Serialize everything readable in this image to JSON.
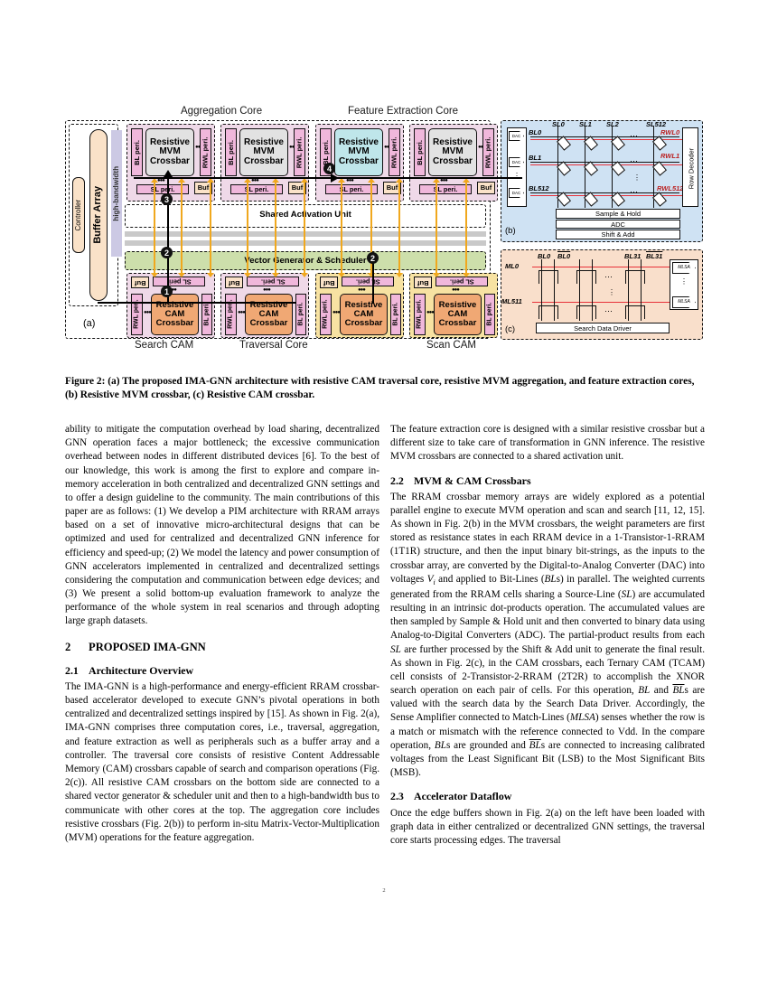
{
  "figure": {
    "top_labels": [
      {
        "text": "Aggregation Core"
      },
      {
        "text": "Feature Extraction Core"
      }
    ],
    "bottom_labels": [
      {
        "text": "Search CAM"
      },
      {
        "text": "Traversal Core"
      },
      {
        "text": "Scan CAM"
      }
    ],
    "panel_tags": {
      "a": "(a)",
      "b": "(b)",
      "c": "(c)"
    },
    "left_peripherals": {
      "controller": "Controller",
      "buffer_array": "Buffer Array",
      "high_bandwidth": "high-bandwidth"
    },
    "mvm_tile": {
      "title_line1": "Resistive",
      "title_line2": "MVM",
      "title_line3": "Crossbar",
      "bl_peri": "BL peri.",
      "rwl_peri": "RWL peri.",
      "sl_peri": "SL peri.",
      "buf": "Buf",
      "dots": "●●●"
    },
    "cam_tile": {
      "title_line1": "Resistive",
      "title_line2": "CAM",
      "title_line3": "Crossbar",
      "bl_peri": "BL peri.",
      "rwl_peri": "RWL peri.",
      "sl_peri": "SL peri.",
      "buf": "Buf",
      "dots": "●●●"
    },
    "shared_activation_unit": "Shared Activation Unit",
    "vector_generator": "Vector Generator & Scheduler",
    "steps": [
      "1",
      "2",
      "3",
      "4"
    ],
    "panel_b": {
      "sl_labels": [
        "SL0",
        "SL1",
        "SL2",
        "SL512"
      ],
      "bl_labels": [
        "BL0",
        "BL1",
        "BL512"
      ],
      "rwl_labels": [
        "RWL0",
        "RWL1",
        "RWL512"
      ],
      "dac": "DAC",
      "row_decoder": "Row Decoder",
      "sample_hold": "Sample & Hold",
      "adc": "ADC",
      "shift_add": "Shift & Add",
      "ellipsis": "⋯",
      "vellipsis": "⋮"
    },
    "panel_c": {
      "bl_labels": [
        "BL0",
        "BL0",
        "BL31",
        "BL31"
      ],
      "ml_labels": [
        "ML0",
        "ML511"
      ],
      "mlsa": "MLSA",
      "search_data_driver": "Search Data Driver",
      "ellipsis": "⋯",
      "vellipsis": "⋮"
    },
    "colors": {
      "pink": "#f0b7db",
      "peach": "#fae2c8",
      "gray": "#e2e2e2",
      "cyan": "#bfe6ea",
      "orange": "#f0a874",
      "green": "#cddfab",
      "lilac": "#ccc9e4",
      "blue_panel": "#cfe2f3",
      "peach_panel": "#f9dfcb",
      "arrow_yellow": "#f0a81e",
      "red_line": "#e8313a"
    }
  },
  "caption": "Figure 2: (a) The proposed IMA-GNN architecture with resistive CAM traversal core, resistive MVM aggregation, and feature extraction cores, (b) Resistive MVM crossbar, (c) Resistive CAM crossbar.",
  "left_column": {
    "para1": "ability to mitigate the computation overhead by load sharing, decentralized GNN operation faces a major bottleneck; the excessive communication overhead between nodes in different distributed devices [6]. To the best of our knowledge, this work is among the first to explore and compare in-memory acceleration in both centralized and decentralized GNN settings and to offer a design guideline to the community. The main contributions of this paper are as follows: (1) We develop a PIM architecture with RRAM arrays based on a set of innovative micro-architectural designs that can be optimized and used for centralized and decentralized GNN inference for efficiency and speed-up; (2) We model the latency and power consumption of GNN accelerators implemented in centralized and decentralized settings considering the computation and communication between edge devices; and (3) We present a solid bottom-up evaluation framework to analyze the performance of the whole system in real scenarios and through adopting large graph datasets.",
    "section2_num": "2",
    "section2_title": "PROPOSED IMA-GNN",
    "sub21_num": "2.1",
    "sub21_title": "Architecture Overview",
    "para2": "The IMA-GNN is a high-performance and energy-efficient RRAM crossbar-based accelerator developed to execute GNN’s pivotal operations in both centralized and decentralized settings inspired by [15]. As shown in Fig. 2(a), IMA-GNN comprises three computation cores, i.e., traversal, aggregation, and feature extraction as well as peripherals such as a buffer array and a controller. The traversal core consists of resistive Content Addressable Memory (CAM) crossbars capable of search and comparison operations (Fig. 2(c)). All resistive CAM crossbars on the bottom side are connected to a shared vector generator & scheduler unit and then to a high-bandwidth bus to communicate with other cores at the top. The aggregation core includes resistive crossbars (Fig. 2(b)) to perform in-situ Matrix-Vector-Multiplication (MVM) operations for the feature aggregation."
  },
  "right_column": {
    "para1": "The feature extraction core is designed with a similar resistive crossbar but a different size to take care of transformation in GNN inference. The resistive MVM crossbars are connected to a shared activation unit.",
    "sub22_num": "2.2",
    "sub22_title": "MVM & CAM Crossbars",
    "para2_seg": [
      "The RRAM crossbar memory arrays are widely explored as a potential parallel engine to execute MVM operation and scan and search [11, 12, 15]. As shown in Fig. 2(b) in the MVM crossbars, the weight parameters are first stored as resistance states in each RRAM device in a 1-Transistor-1-RRAM (1T1R) structure, and then the input binary bit-strings, as the inputs to the crossbar array, are converted by the Digital-to-Analog Converter (DAC) into voltages ",
      "V",
      "i",
      " and applied to Bit-Lines (",
      "BL",
      "s) in parallel. The weighted currents generated from the RRAM cells sharing a Source-Line (",
      "SL",
      ") are accumulated resulting in an intrinsic dot-products operation. The accumulated values are then sampled by Sample & Hold unit and then converted to binary data using Analog-to-Digital Converters (ADC). The partial-product results from each ",
      "SL",
      " are further processed by the Shift & Add unit to generate the final result. As shown in Fig. 2(c), in the CAM crossbars, each Ternary CAM (TCAM) cell consists of 2-Transistor-2-RRAM (2T2R) to accomplish the XNOR search operation on each pair of cells. For this operation, ",
      "BL",
      " and ",
      "BL",
      "s are valued with the search data by the Search Data Driver. Accordingly, the Sense Amplifier connected to Match-Lines (",
      "MLSA",
      ") senses whether the row is a match or mismatch with the reference connected to Vdd. In the compare operation, ",
      "BL",
      "s are grounded and ",
      "BL",
      "s are connected to increasing calibrated voltages from the Least Significant Bit (LSB) to the Most Significant Bits (MSB)."
    ],
    "sub23_num": "2.3",
    "sub23_title": "Accelerator Dataflow",
    "para3": "Once the edge buffers shown in Fig. 2(a) on the left have been loaded with graph data in either centralized or decentralized GNN settings, the traversal core starts processing edges. The traversal"
  },
  "page_number": "2"
}
